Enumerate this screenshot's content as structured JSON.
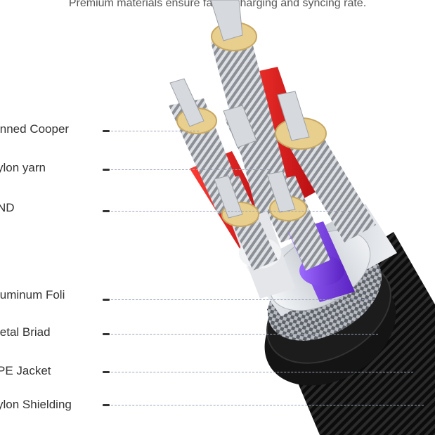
{
  "caption": "Premium materials ensure faster charging and syncing rate.",
  "layers": [
    {
      "label": "inned Cooper"
    },
    {
      "label": "ylon  yarn"
    },
    {
      "label": "ND"
    },
    {
      "label": "luminum Foli"
    },
    {
      "label": "letal Briad"
    },
    {
      "label": "PE Jacket"
    },
    {
      "label": "ylon Shielding"
    }
  ],
  "colors": {
    "red_insulation": "#d8151b",
    "purple_insulation": "#7b3fe0",
    "jacket": "#111111",
    "braid": "#8a8f96",
    "foil": "#d9dde2",
    "strand": "#c9ccd1",
    "yarn": "#e6c98a",
    "leader_line": "#9aa3b5"
  },
  "icons": [
    "cable-cross-section-illustration"
  ]
}
